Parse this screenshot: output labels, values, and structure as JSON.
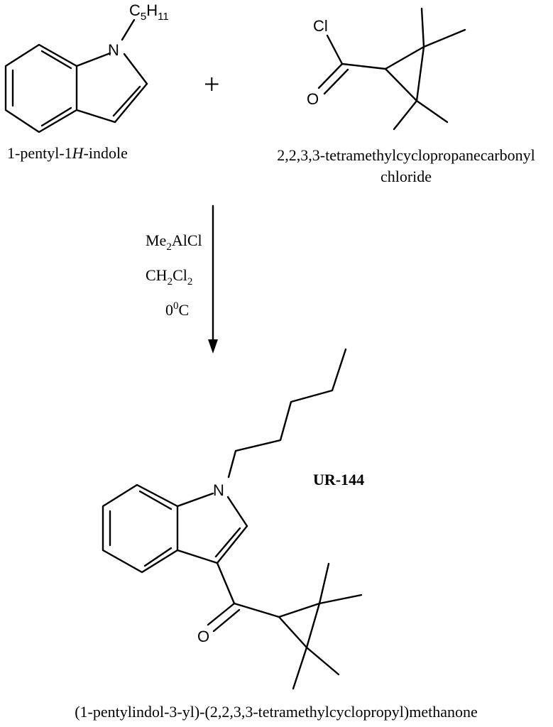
{
  "reactant1": {
    "atom_n": "N",
    "substituent_main": "C",
    "substituent_sub1": "5",
    "substituent_main2": "H",
    "substituent_sub2": "11",
    "name_a": "1-pentyl-1",
    "name_b": "H",
    "name_c": "-indole"
  },
  "plus": "+",
  "reactant2": {
    "atom_cl": "Cl",
    "atom_o": "O",
    "name_line1": "2,2,3,3-tetramethylcyclopropanecarbonyl",
    "name_line2": "chloride"
  },
  "conditions": {
    "reagent_a": "Me",
    "reagent_a_sub": "2",
    "reagent_b": "AlCl",
    "solvent_a": "CH",
    "solvent_a_sub": "2",
    "solvent_b": "Cl",
    "solvent_b_sub": "2",
    "temp_a": "0",
    "temp_sup": "0",
    "temp_b": "C"
  },
  "product": {
    "atom_n": "N",
    "atom_o": "O",
    "code": "UR-144",
    "name": "(1-pentylindol-3-yl)-(2,2,3,3-tetramethylcyclopropyl)methanone"
  }
}
